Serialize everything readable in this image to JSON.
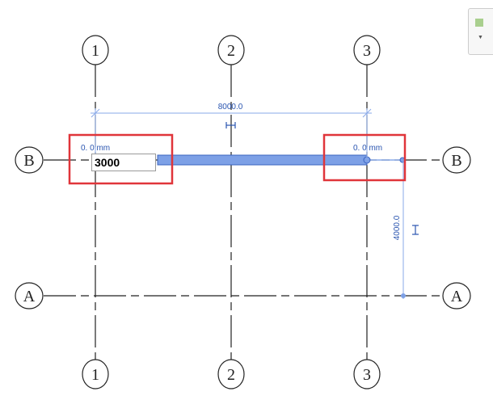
{
  "grid": {
    "columns": [
      "1",
      "2",
      "3"
    ],
    "rows": [
      "B",
      "A"
    ]
  },
  "dimensions": {
    "horizontal": "8000.0",
    "vertical": "4000.0"
  },
  "offsets": {
    "left": "0. 0 mm",
    "right": "0. 0 mm"
  },
  "length_input": {
    "value": "3000"
  },
  "colors": {
    "beam": "#7da0e6",
    "dim": "#8aaae8",
    "highlight": "#e0353a"
  }
}
